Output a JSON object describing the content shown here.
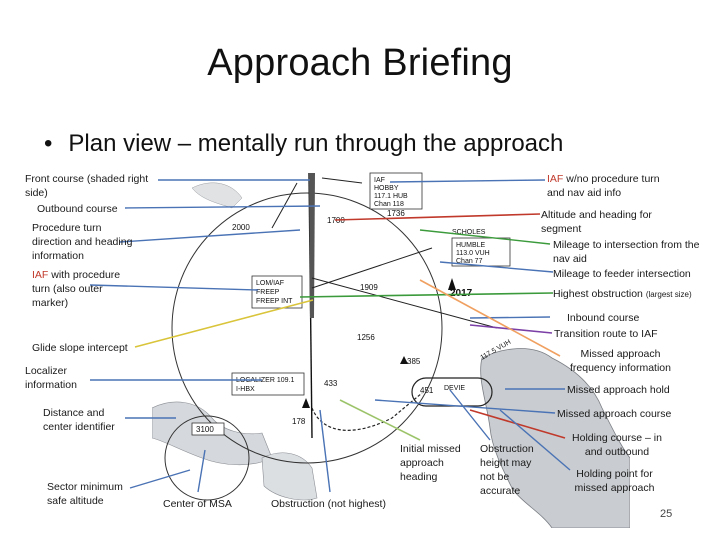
{
  "slide": {
    "title": "Approach Briefing",
    "bullet": "Plan view – mentally run through the approach",
    "page_number": "25"
  },
  "labels_left": {
    "front_course": "Front course (shaded right side)",
    "outbound_course": "Outbound course",
    "procedure_turn": "Procedure turn direction and heading information",
    "iaf_with_prefix": "IAF",
    "iaf_with_rest": " with procedure turn (also outer marker)",
    "glide_slope": "Glide slope intercept",
    "localizer": "Localizer information",
    "distance_id": "Distance and center identifier",
    "sector_msa": "Sector minimum safe altitude"
  },
  "labels_bottom": {
    "center_msa": "Center of MSA",
    "obstruction_not_highest": "Obstruction (not highest)",
    "initial_missed": "Initial missed approach heading",
    "obstruction_height": "Obstruction height may not be accurate"
  },
  "labels_right": {
    "iaf_no_pt_prefix": "IAF",
    "iaf_no_pt_rest": " w/no procedure turn and nav aid info",
    "altitude_heading": "Altitude and heading for segment",
    "mileage_intersection": "Mileage to intersection from the nav aid",
    "mileage_feeder": "Mileage to feeder intersection",
    "highest_obstruction": "Highest obstruction",
    "largest_size": "(largest size)",
    "inbound_course": "Inbound course",
    "transition_route": "Transition route to IAF",
    "missed_freq": "Missed approach frequency information",
    "missed_hold": "Missed approach hold",
    "missed_course": "Missed approach course",
    "holding_course": "Holding course – in and outbound",
    "holding_point": "Holding point for missed approach"
  },
  "chart": {
    "iaf": "IAF",
    "hobby": "HOBBY",
    "hobby_freq": "117.1 HUB",
    "hobby_chan": "Chan 118",
    "alt_1700": "1700",
    "alt_2000": "2000",
    "alt_2017": "2017",
    "alt_1909": "1909",
    "alt_1736": "1736",
    "alt_1256": "1256",
    "alt_433": "433",
    "alt_385": "385",
    "alt_451": "451",
    "alt_178": "178",
    "hfix": "HUMBLE",
    "hfix_freq": "113.0 VUH",
    "hfix_chan": "Chan 77",
    "locfix": "LOM/IAF",
    "locfix_name": "FREEP",
    "locfix_sub": "FREEP INT",
    "localizer_box": "LOCALIZER 109.1",
    "localizer_id": "I-HBX",
    "devil": "DEVIE",
    "vuh2": "117.5 VUH",
    "msa_box": "3100",
    "vor_id": "SCHOLES"
  },
  "colors": {
    "arrow_blue": "#4a73b5",
    "arrow_red": "#c0392b",
    "arrow_green": "#3b9a3b",
    "arrow_yellow": "#d9c43a",
    "arrow_orange": "#f0a060",
    "arrow_purple": "#7b3fa6",
    "arrow_lightgreen": "#9cc46a",
    "iaf_red": "#c0392b"
  }
}
